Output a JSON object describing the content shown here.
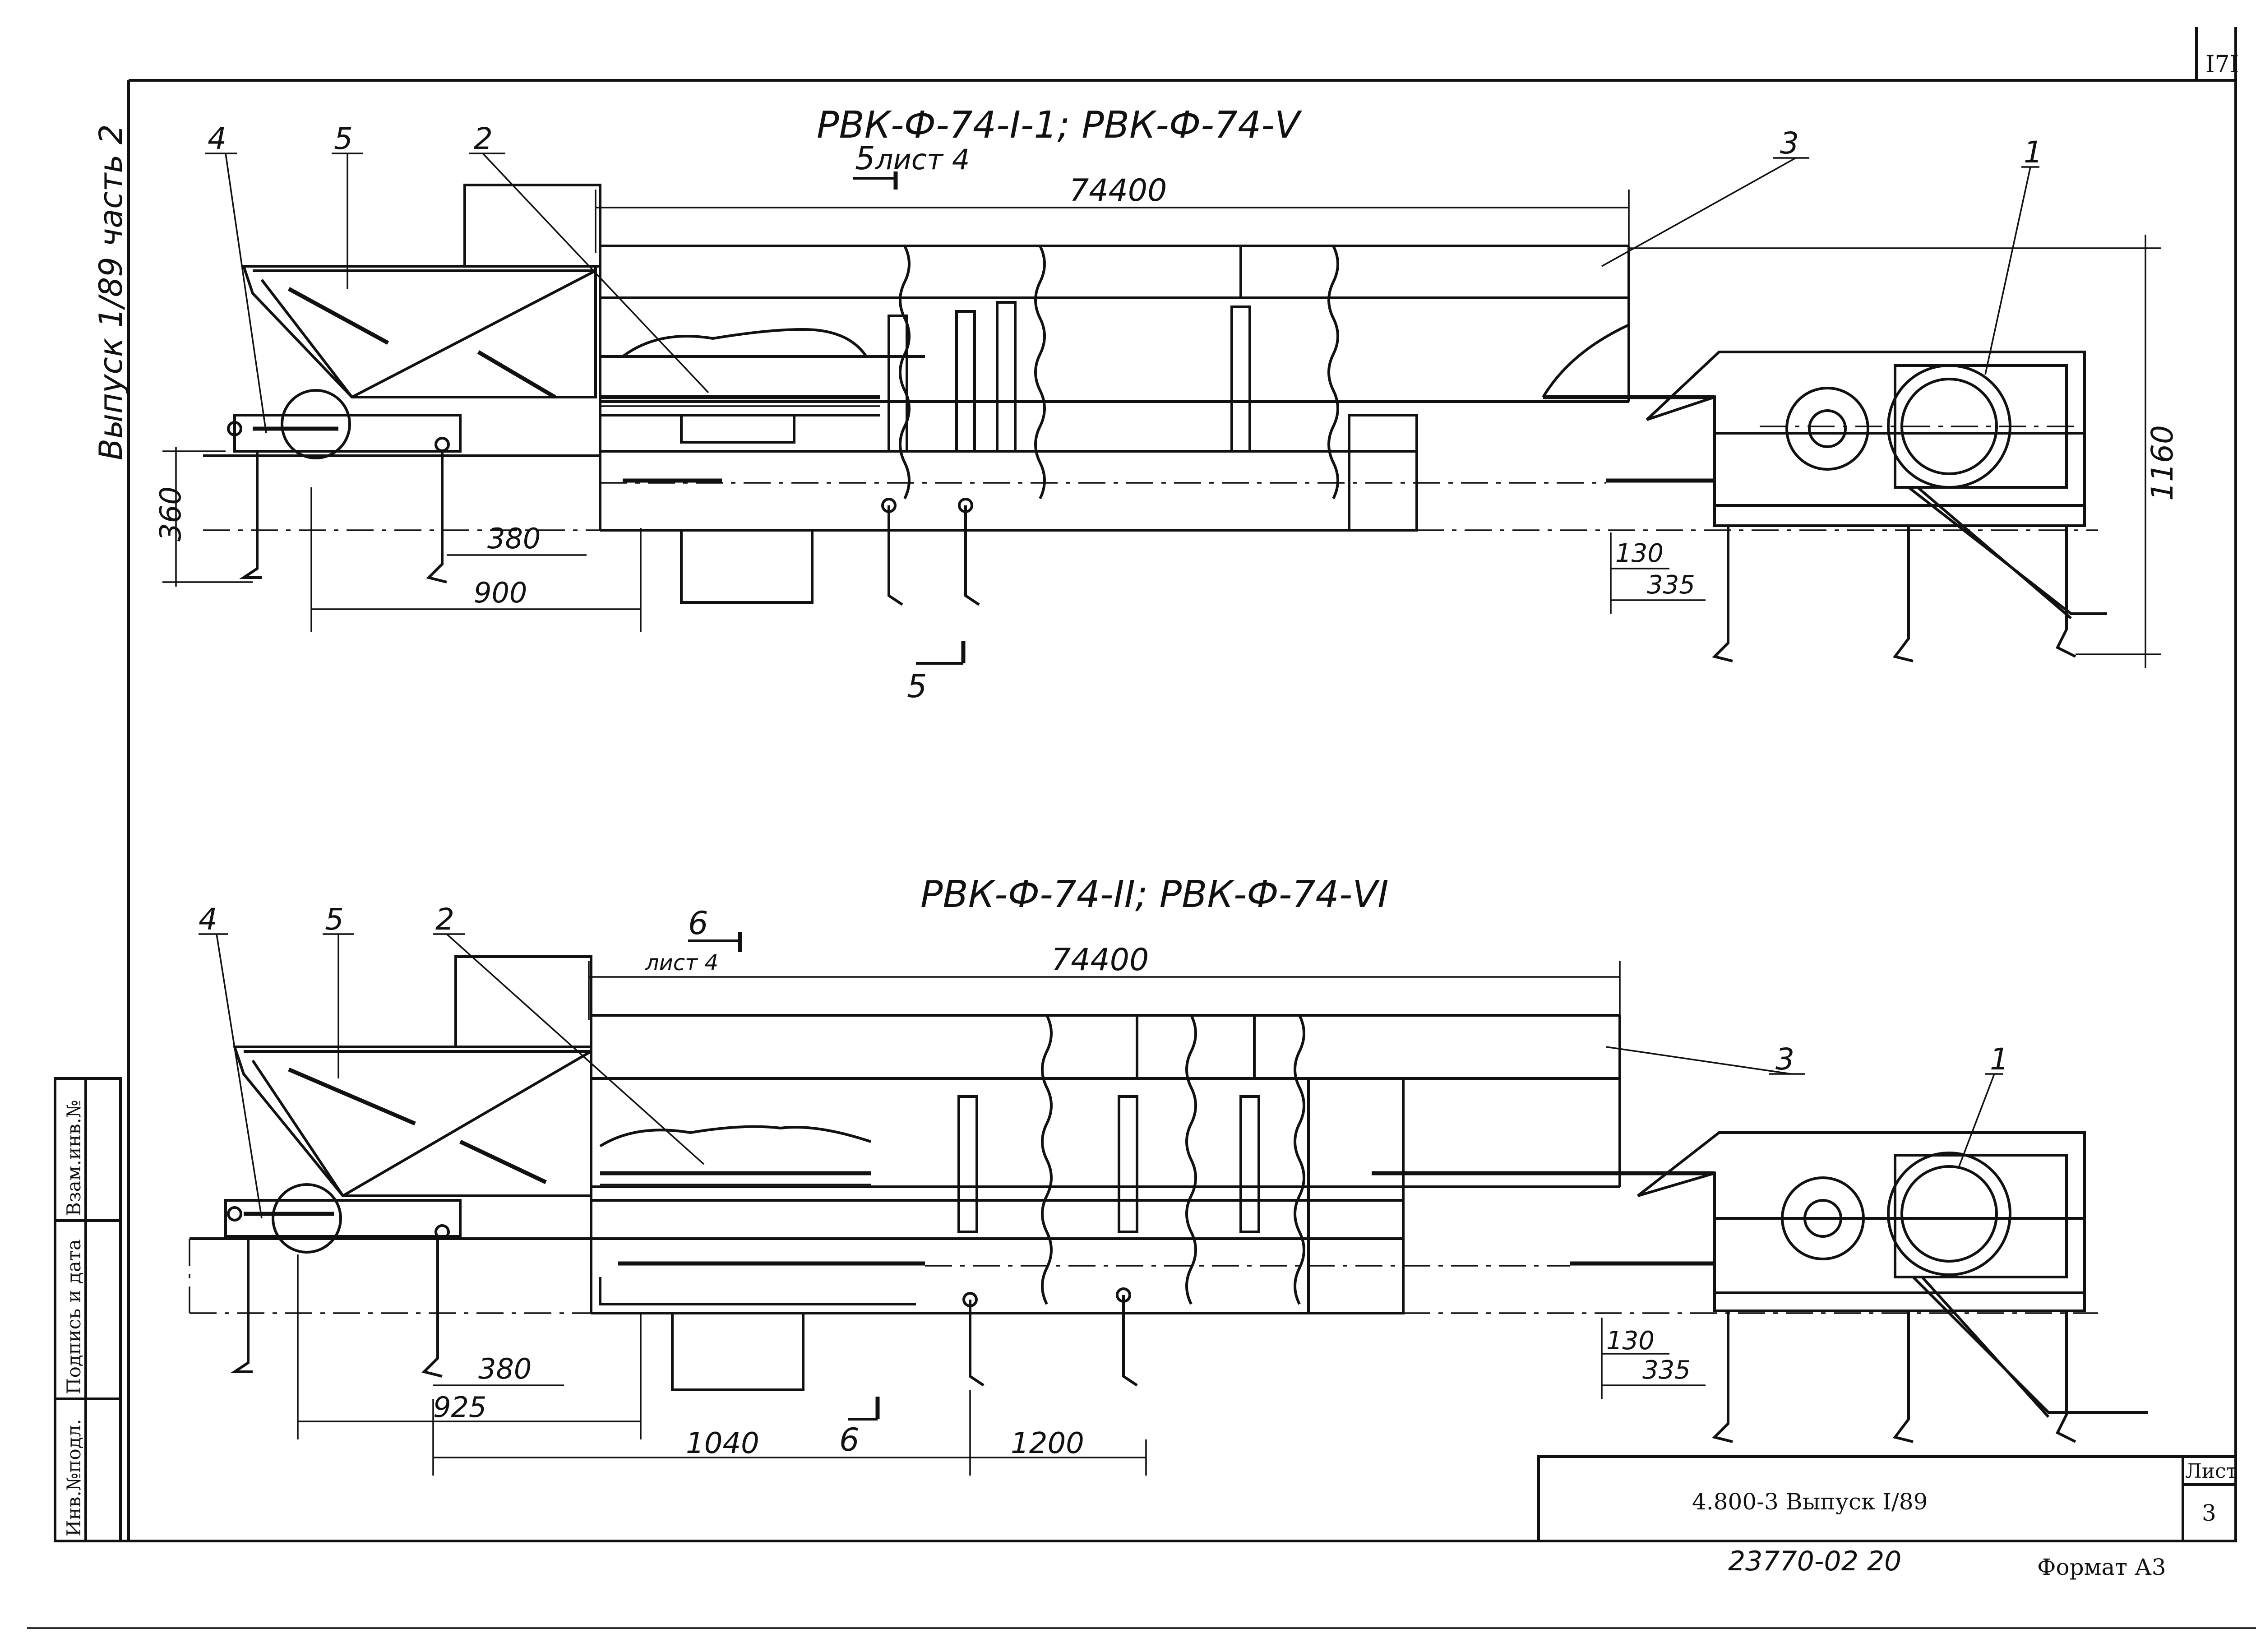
{
  "sheet": {
    "corner_number": "I7I",
    "side_text": "Выпуск 1/89  часть 2",
    "doc_code": "4.800-3  Выпуск I/89",
    "sheet_label": "Лист",
    "sheet_number": "3",
    "archive_code": "23770-02   20",
    "format": "Формат А3"
  },
  "stamp_columns": [
    "Инв.№подл.",
    "Подпись и дата",
    "Взам.инв.№"
  ],
  "view_top": {
    "title": "РВК-Ф-74-I-1;  РВК-Ф-74-V",
    "section_mark": "5",
    "section_sheet": "лист 4",
    "section_mark_bottom": "5",
    "callouts": [
      "4",
      "5",
      "2",
      "3",
      "1"
    ],
    "dims": {
      "length": "74400",
      "height_left": "360",
      "d380": "380",
      "d900": "900",
      "d130": "130",
      "d335": "335",
      "height_right": "1160"
    }
  },
  "view_bottom": {
    "title": "РВК-Ф-74-II;  РВК-Ф-74-VI",
    "section_mark": "6",
    "section_sheet": "лист 4",
    "section_mark_bottom": "6",
    "callouts": [
      "4",
      "5",
      "2",
      "3",
      "1"
    ],
    "dims": {
      "length": "74400",
      "d380": "380",
      "d925": "925",
      "d1040": "1040",
      "d1200": "1200",
      "d130": "130",
      "d335": "335"
    }
  }
}
